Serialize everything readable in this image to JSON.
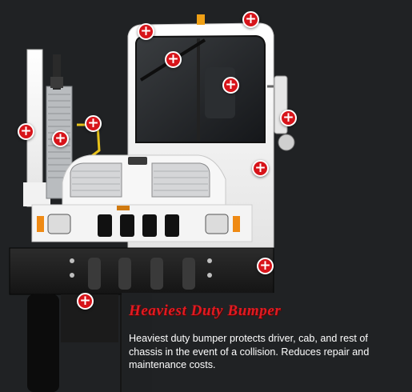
{
  "accent_color": "#d7141a",
  "hotspot_icon": "plus-icon",
  "hotspots": [
    {
      "id": "cab-roof-left",
      "symbol": "+"
    },
    {
      "id": "cab-roof-right",
      "symbol": "+"
    },
    {
      "id": "windshield",
      "symbol": "+"
    },
    {
      "id": "cab-interior",
      "symbol": "+"
    },
    {
      "id": "side-mirror",
      "symbol": "+"
    },
    {
      "id": "rear-frame",
      "symbol": "+"
    },
    {
      "id": "exhaust",
      "symbol": "+"
    },
    {
      "id": "air-lines",
      "symbol": "+"
    },
    {
      "id": "cab-door",
      "symbol": "+"
    },
    {
      "id": "bumper",
      "symbol": "+"
    },
    {
      "id": "lower-frame",
      "symbol": "+"
    }
  ],
  "info": {
    "title": "Heaviest Duty Bumper",
    "description": "Heaviest duty bumper protects driver, cab, and rest of chassis in the event of a collision. Reduces repair and maintenance costs."
  }
}
